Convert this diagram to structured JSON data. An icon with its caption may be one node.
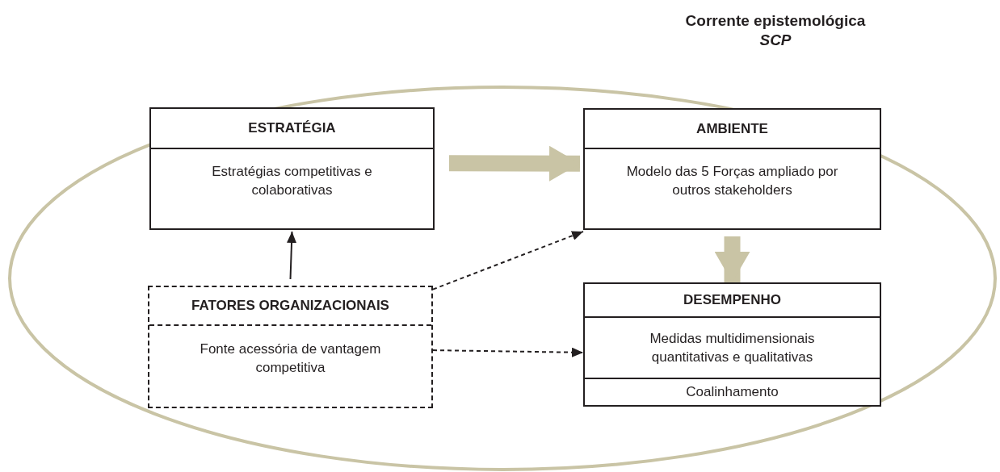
{
  "diagram": {
    "nodes": [
      {
        "text": [
          "Corrente epistemológica",
          "SCP"
        ]
      },
      {
        "text": [
          "ESTRATÉGIA",
          "Estratégias competitivas e colaborativas"
        ],
        "in": 0
      },
      {
        "text": [
          "AMBIENTE",
          "Modelo das 5 Forças ampliado por outros stakeholders"
        ],
        "in": 0
      },
      {
        "text": [
          "FATORES ORGANIZACIONAIS",
          "Fonte acessória de vantagem competitiva"
        ],
        "in": 0
      },
      {
        "text": [
          "DESEMPENHO",
          "Medidas multidimensionais quantitativas e qualitativas",
          "Coalinhamento"
        ],
        "in": 0
      }
    ],
    "edges": [
      {
        "from": 1,
        "to": 2,
        "arrow": "to",
        "style": "thick",
        "color": "#c9c4a5"
      },
      {
        "from": 2,
        "to": 4,
        "arrow": "to",
        "style": "thick",
        "color": "#c9c4a5"
      },
      {
        "from": 3,
        "to": 1,
        "arrow": "to"
      },
      {
        "from": 3,
        "to": 2,
        "arrow": "to",
        "style": "dashed"
      },
      {
        "from": 3,
        "to": 4,
        "arrow": "to",
        "style": "dashed"
      }
    ]
  }
}
